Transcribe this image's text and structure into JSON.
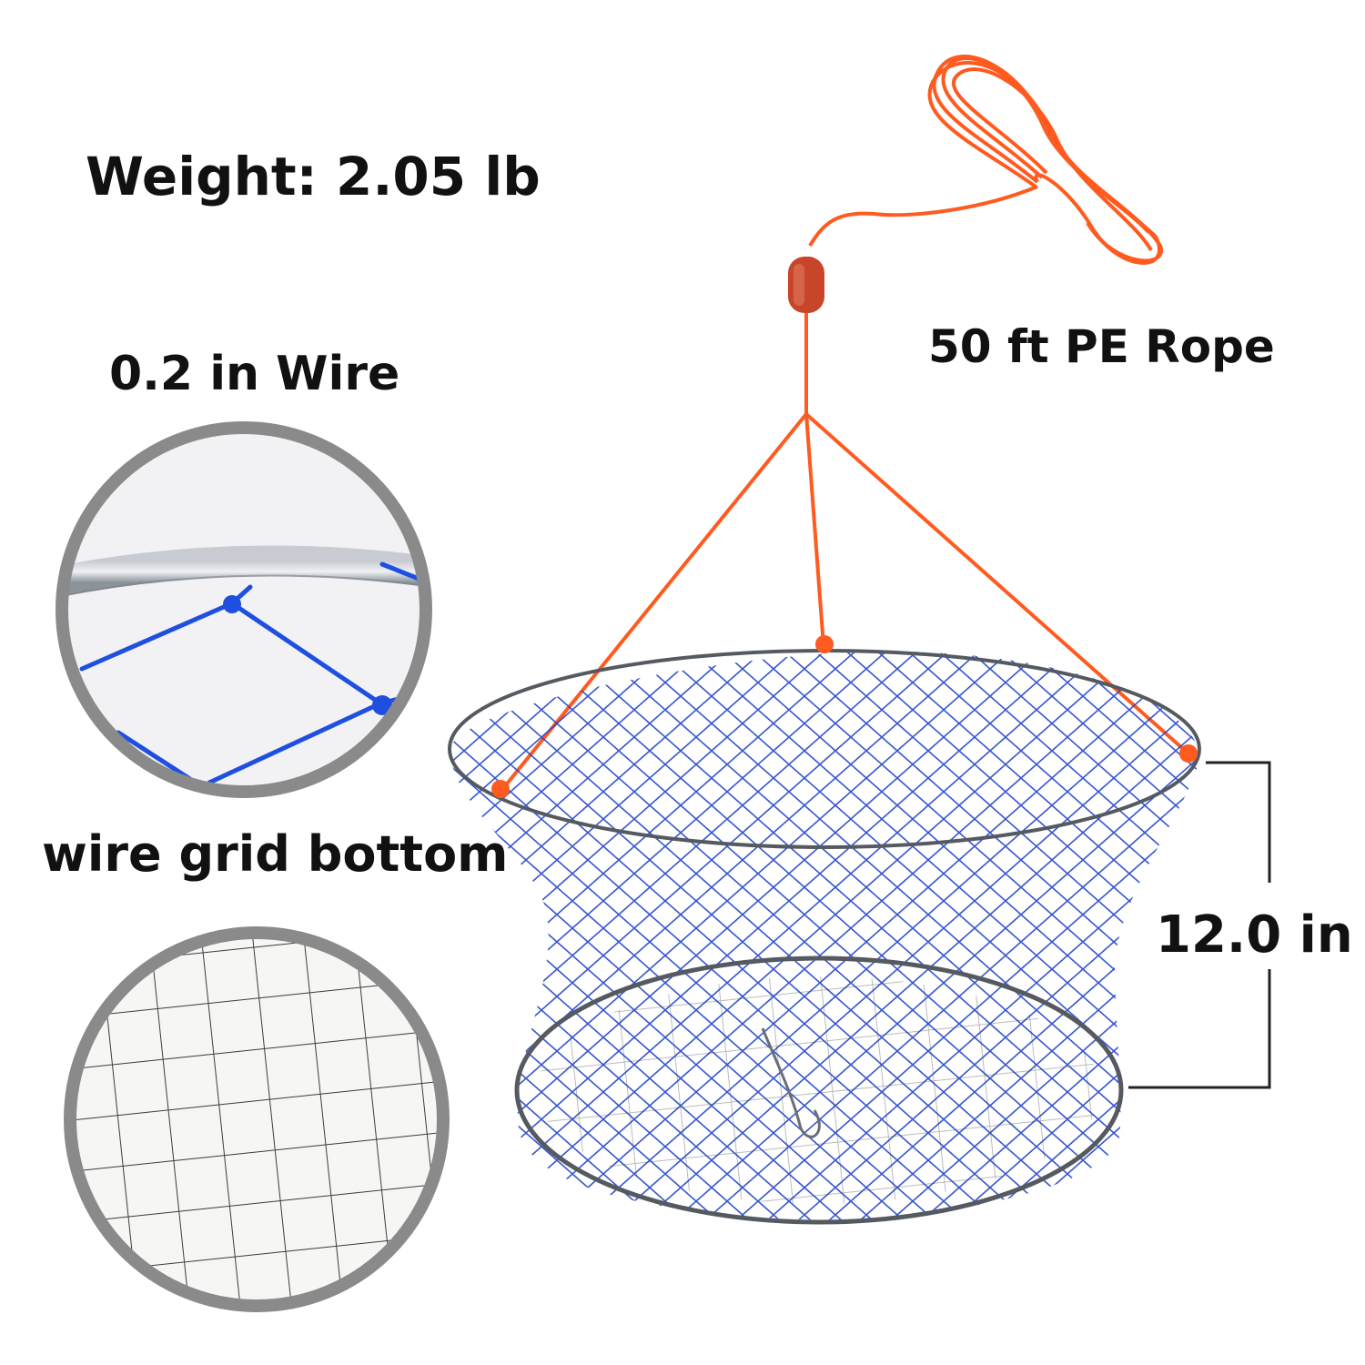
{
  "labels": {
    "weight": "Weight: 2.05 lb",
    "wire": "0.2 in Wire",
    "grid_bottom": "wire grid bottom",
    "rope": "50 ft PE Rope",
    "height": "12.0 in"
  },
  "colors": {
    "rope": "#ff5a1f",
    "net": "#2446c8",
    "wire": "#9aa0a8",
    "frame": "#555a60",
    "circle_border": "#8a8a8a",
    "float": "#c8452a"
  }
}
